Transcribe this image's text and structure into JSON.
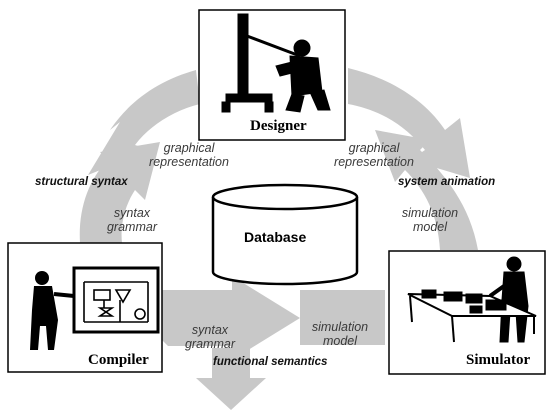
{
  "nodes": {
    "designer": {
      "label": "Designer"
    },
    "compiler": {
      "label": "Compiler"
    },
    "simulator": {
      "label": "Simulator"
    },
    "database": {
      "label": "Database"
    }
  },
  "edges": {
    "designer_to_compiler": "graphical representation",
    "designer_to_simulator": "graphical representation",
    "compiler_to_designer": "syntax grammar",
    "compiler_to_simulator": "syntax grammar",
    "simulator_to_compiler": "simulation model",
    "simulator_to_designer": "simulation model"
  },
  "annotations": {
    "structural_syntax": "structural syntax",
    "system_animation": "system animation",
    "functional_semantics": "functional semantics"
  }
}
